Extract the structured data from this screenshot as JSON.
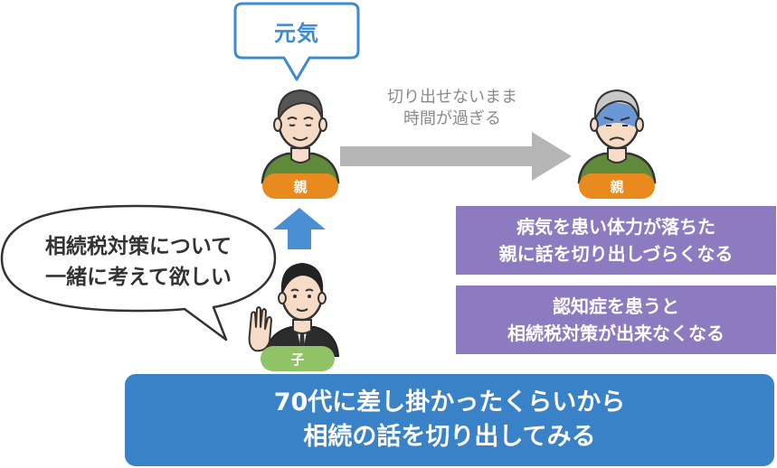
{
  "genki_bubble": {
    "text": "元気"
  },
  "arrow": {
    "caption_lines": [
      "切り出せないまま",
      "時間が過ぎる"
    ]
  },
  "labels": {
    "parent_left": "親",
    "parent_right": "親",
    "child": "子"
  },
  "child_bubble": {
    "lines": [
      "相続税対策について",
      "一緒に考えて欲しい"
    ]
  },
  "risks": [
    {
      "lines": [
        "病気を患い体力が落ちた",
        "親に話を切り出しづらくなる"
      ]
    },
    {
      "lines": [
        "認知症を患うと",
        "相続税対策が出来なくなる"
      ]
    }
  ],
  "advice": {
    "lines": [
      "70代に差し掛かったくらいから",
      "相続の話を切り出してみる"
    ]
  },
  "colors": {
    "blue": "#3a82c8",
    "bubble_blue": "#3d8bd0",
    "purple": "#8c7bc1",
    "orange": "#e88a1e",
    "green": "#8fc365",
    "gray_arrow": "#b5b5b5",
    "up_arrow": "#4a8fd4"
  }
}
